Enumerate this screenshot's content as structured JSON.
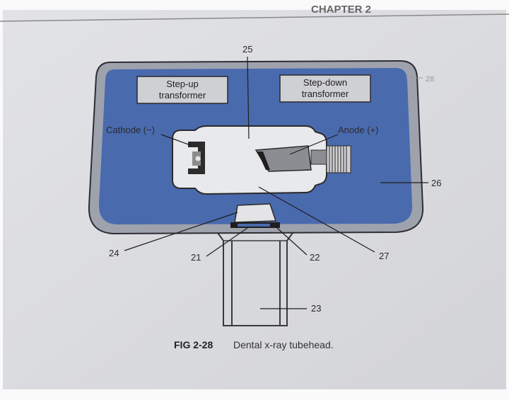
{
  "header": {
    "chapter_text": "CHAPTER 2"
  },
  "figure": {
    "caption_label": "FIG 2-28",
    "caption_text": "Dental x-ray tubehead.",
    "step_up_line1": "Step-up",
    "step_up_line2": "transformer",
    "step_down_line1": "Step-down",
    "step_down_line2": "transformer",
    "cathode_label": "Cathode (−)",
    "anode_label": "Anode (+)",
    "callouts": {
      "n25_top": "25",
      "n28": "28",
      "n26": "26",
      "n24": "24",
      "n21": "21",
      "n22": "22",
      "n27": "27",
      "n23": "23"
    }
  }
}
